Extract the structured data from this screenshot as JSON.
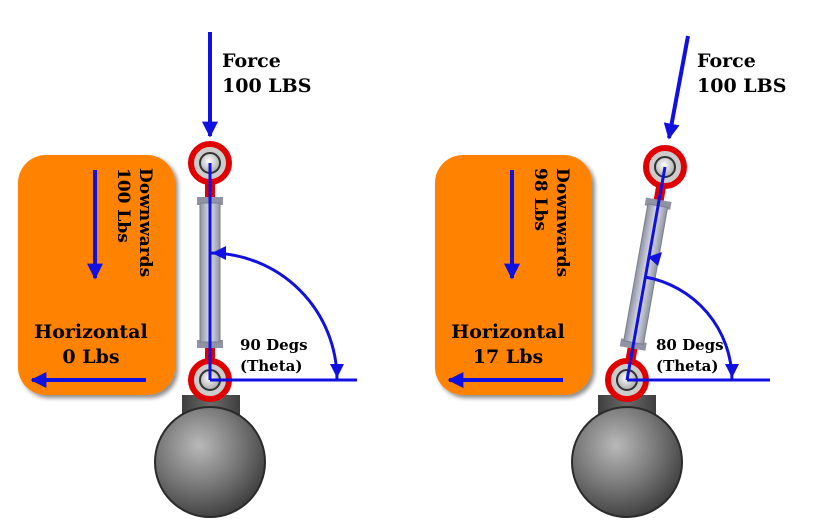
{
  "colors": {
    "panel": "#ff8200",
    "arrow": "#1010e0",
    "ring": "#e00000",
    "rod": "#c4c6d2",
    "base": "#555555"
  },
  "left": {
    "force_label": "Force",
    "force_value": "100 LBS",
    "downwards_label": "Downwards",
    "downwards_value": "100 Lbs",
    "horizontal_label": "Horizontal",
    "horizontal_value": "0 Lbs",
    "angle_label": "90 Degs",
    "theta_label": "(Theta)"
  },
  "right": {
    "force_label": "Force",
    "force_value": "100 LBS",
    "downwards_label": "Downwards",
    "downwards_value": "98 Lbs",
    "horizontal_label": "Horizontal",
    "horizontal_value": "17 Lbs",
    "angle_label": "80 Degs",
    "theta_label": "(Theta)"
  }
}
